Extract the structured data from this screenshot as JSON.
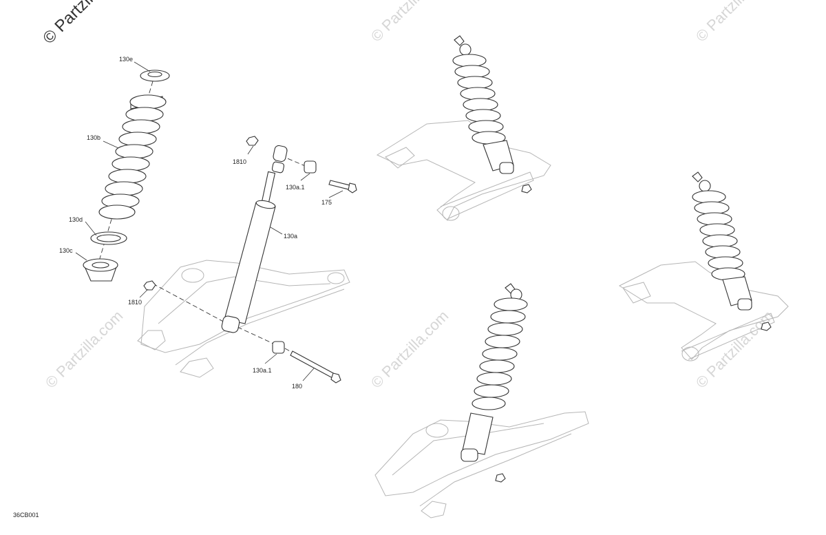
{
  "watermark": {
    "main": "© Partzilla",
    "repeat": "© Partzilla.com"
  },
  "diagram_code": "36CB001",
  "callouts": {
    "spring_stop": "130e",
    "spring": "130b",
    "spring_seat": "130d",
    "spring_cup": "130c",
    "shock": "130a",
    "nut_top": "1810",
    "nut_bottom": "1810",
    "bushing_top": "130a.1",
    "bushing_bottom": "130a.1",
    "bolt_top": "175",
    "bolt_bottom": "180"
  }
}
